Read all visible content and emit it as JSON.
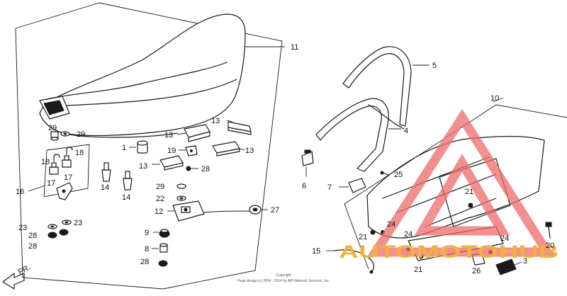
{
  "diagram": {
    "callouts": [
      {
        "id": "c11",
        "label": "11"
      },
      {
        "id": "c29a",
        "label": "29"
      },
      {
        "id": "c29b",
        "label": "29"
      },
      {
        "id": "c18a",
        "label": "18"
      },
      {
        "id": "c18b",
        "label": "18"
      },
      {
        "id": "c17a",
        "label": "17"
      },
      {
        "id": "c17b",
        "label": "17"
      },
      {
        "id": "c16",
        "label": "16"
      },
      {
        "id": "c23a",
        "label": "23"
      },
      {
        "id": "c23b",
        "label": "23"
      },
      {
        "id": "c28a",
        "label": "28"
      },
      {
        "id": "c28b",
        "label": "28"
      },
      {
        "id": "c14a",
        "label": "14"
      },
      {
        "id": "c14b",
        "label": "14"
      },
      {
        "id": "c1",
        "label": "1"
      },
      {
        "id": "c13a",
        "label": "13"
      },
      {
        "id": "c13b",
        "label": "13"
      },
      {
        "id": "c13c",
        "label": "13"
      },
      {
        "id": "c13d",
        "label": "13"
      },
      {
        "id": "c19",
        "label": "19"
      },
      {
        "id": "c28c",
        "label": "28"
      },
      {
        "id": "c29c",
        "label": "29"
      },
      {
        "id": "c22",
        "label": "22"
      },
      {
        "id": "c12",
        "label": "12"
      },
      {
        "id": "c27",
        "label": "27"
      },
      {
        "id": "c9",
        "label": "9"
      },
      {
        "id": "c8",
        "label": "8"
      },
      {
        "id": "c28d",
        "label": "28"
      },
      {
        "id": "c5",
        "label": "5"
      },
      {
        "id": "c4",
        "label": "4"
      },
      {
        "id": "c6",
        "label": "6"
      },
      {
        "id": "c7",
        "label": "7"
      },
      {
        "id": "c25",
        "label": "25"
      },
      {
        "id": "c10",
        "label": "10"
      },
      {
        "id": "c21a",
        "label": "21"
      },
      {
        "id": "c21b",
        "label": "21"
      },
      {
        "id": "c21c",
        "label": "21"
      },
      {
        "id": "c24a",
        "label": "24"
      },
      {
        "id": "c24b",
        "label": "24"
      },
      {
        "id": "c24c",
        "label": "24"
      },
      {
        "id": "c15",
        "label": "15"
      },
      {
        "id": "c26",
        "label": "26"
      },
      {
        "id": "c3",
        "label": "3"
      },
      {
        "id": "c20",
        "label": "20"
      }
    ],
    "front_arrow_label": "FR.",
    "copyright_lines": [
      "Copyright",
      "Page design (c) 2004 - 2014 by ARI Network Services, Inc."
    ]
  },
  "watermark": {
    "text": "AUTOMOTOHUB",
    "text_color": "#f0b23c",
    "logo_color": "#ee6a6a"
  }
}
